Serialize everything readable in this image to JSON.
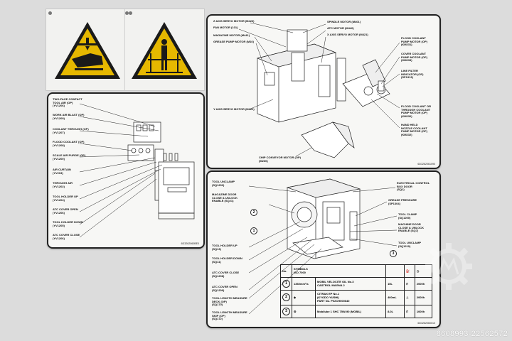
{
  "warning_panel": {
    "icons": [
      "hand-crush-warning-icon",
      "person-caution-warning-icon"
    ]
  },
  "air_panel": {
    "labels": [
      "TWO-FACE CONTACT\nTOOL AIR (OP)\n(YV1206)",
      "WORK AIR BLAST (OP)\n(YV1209)",
      "COOLANT THROUGH (OP)\n(YV1207)",
      "FLOOD COOLANT (OP)\n(YV1208)",
      "SCALE AIR PURGE (OP)\n(YV1200)",
      "AIR CURTAIN\n(YV203)",
      "THROUGH AIR\n(YV1202)",
      "TOOL HOLDER UP\n(YV1204)",
      "ATC COVER OPEN\n(YV1206)",
      "TOOL HOLDER DOWN\n(YV1205)",
      "ATC COVER CLOSE\n(YV1206)"
    ],
    "part_no": "6D3262060BE0"
  },
  "motor_panel": {
    "left_labels": [
      "Z AXIS SERVO MOTOR (M423)",
      "FAN MOTOR (101)",
      "MAGAZINE MOTOR (M441)",
      "GREASE PUMP MOTOR (M10)",
      "Y AXIS SERVO MOTOR (M422)"
    ],
    "top_labels": [
      "SPINDLE MOTOR (M401)",
      "ATC MOTOR (M440)",
      "X AXIS SERVO MOTOR (M421)"
    ],
    "right_labels": [
      "FLOOD COOLANT\nPUMP MOTOR (OP)\n(KM231)",
      "COVER COOLANT\nPUMP MOTOR (OP)\n(KM233)",
      "LINE FILTER\nINDICATOR (OP)\n(SP1313)",
      "FLOOD COOLANT OR\nTHROUGH COOLANT\nPUMP MOTOR (OP)\n(KM230)",
      "HAND HELD\nNOZZLE COOLANT\nPUMP MOTOR (OP)\n(KM232)"
    ],
    "bottom_label": "CHIP CONVEYOR MOTOR (OP)\n(M260)",
    "part_no": "6D3262061090"
  },
  "sensor_panel": {
    "left_labels": [
      "TOOL UNCLAMP\n(SQ1203)",
      "MAGAZINE DOOR\nCLOSE & UNLOCK\nENABLE (SQ21)",
      "TOOL HOLDER UP\n(SQ13)",
      "TOOL HOLDER DOWN\n(SQ11)",
      "ATC COVER CLOSE\n(SQ1208)",
      "ATC COVER OPEN\n(SQ1209)",
      "TOOL LENGTH MEASURE\nDECK (OP)\n(SQ170)",
      "TOOL LENGTH MEASURE\nSKIP (OP)\n(SQ172)"
    ],
    "right_labels": [
      "ELECTRICAL CONTROL\nBOX DOOR\n(SQ1)",
      "GREASE PRESSURE\n(SP1304)",
      "TOOL CLAMP\n(SQ1200)",
      "MACHINE DOOR\nCLOSE & UNLOCK\nENABLE (SQ7)",
      "TOOL UNCLAMP\n(SQ1210)"
    ],
    "callouts": [
      "1",
      "2",
      "3"
    ],
    "table": {
      "header": [
        "No.",
        "SYMBOLS\nISO 7000"
      ],
      "rows": [
        {
          "no": "1",
          "viscosity": "1360mm²/s",
          "product": "MOBIL VELOCITE OIL No.3\nCASTROL MAGNA 2",
          "qty": "15L",
          "interval": "2000h"
        },
        {
          "no": "2",
          "viscosity": "",
          "product": "CITRAX EP No.1\n(KYODO YUSHI)\nPART No. P02CH000640",
          "qty": "400mL",
          "interval": "2000h"
        },
        {
          "no": "3",
          "viscosity": "",
          "product": "Mobilube 1 SHC 75W-90 (MOBIL)",
          "qty": "8.0L",
          "interval": "1000h"
        }
      ]
    },
    "part_no": "6D3262060010"
  },
  "watermark": "8608993-22562572"
}
